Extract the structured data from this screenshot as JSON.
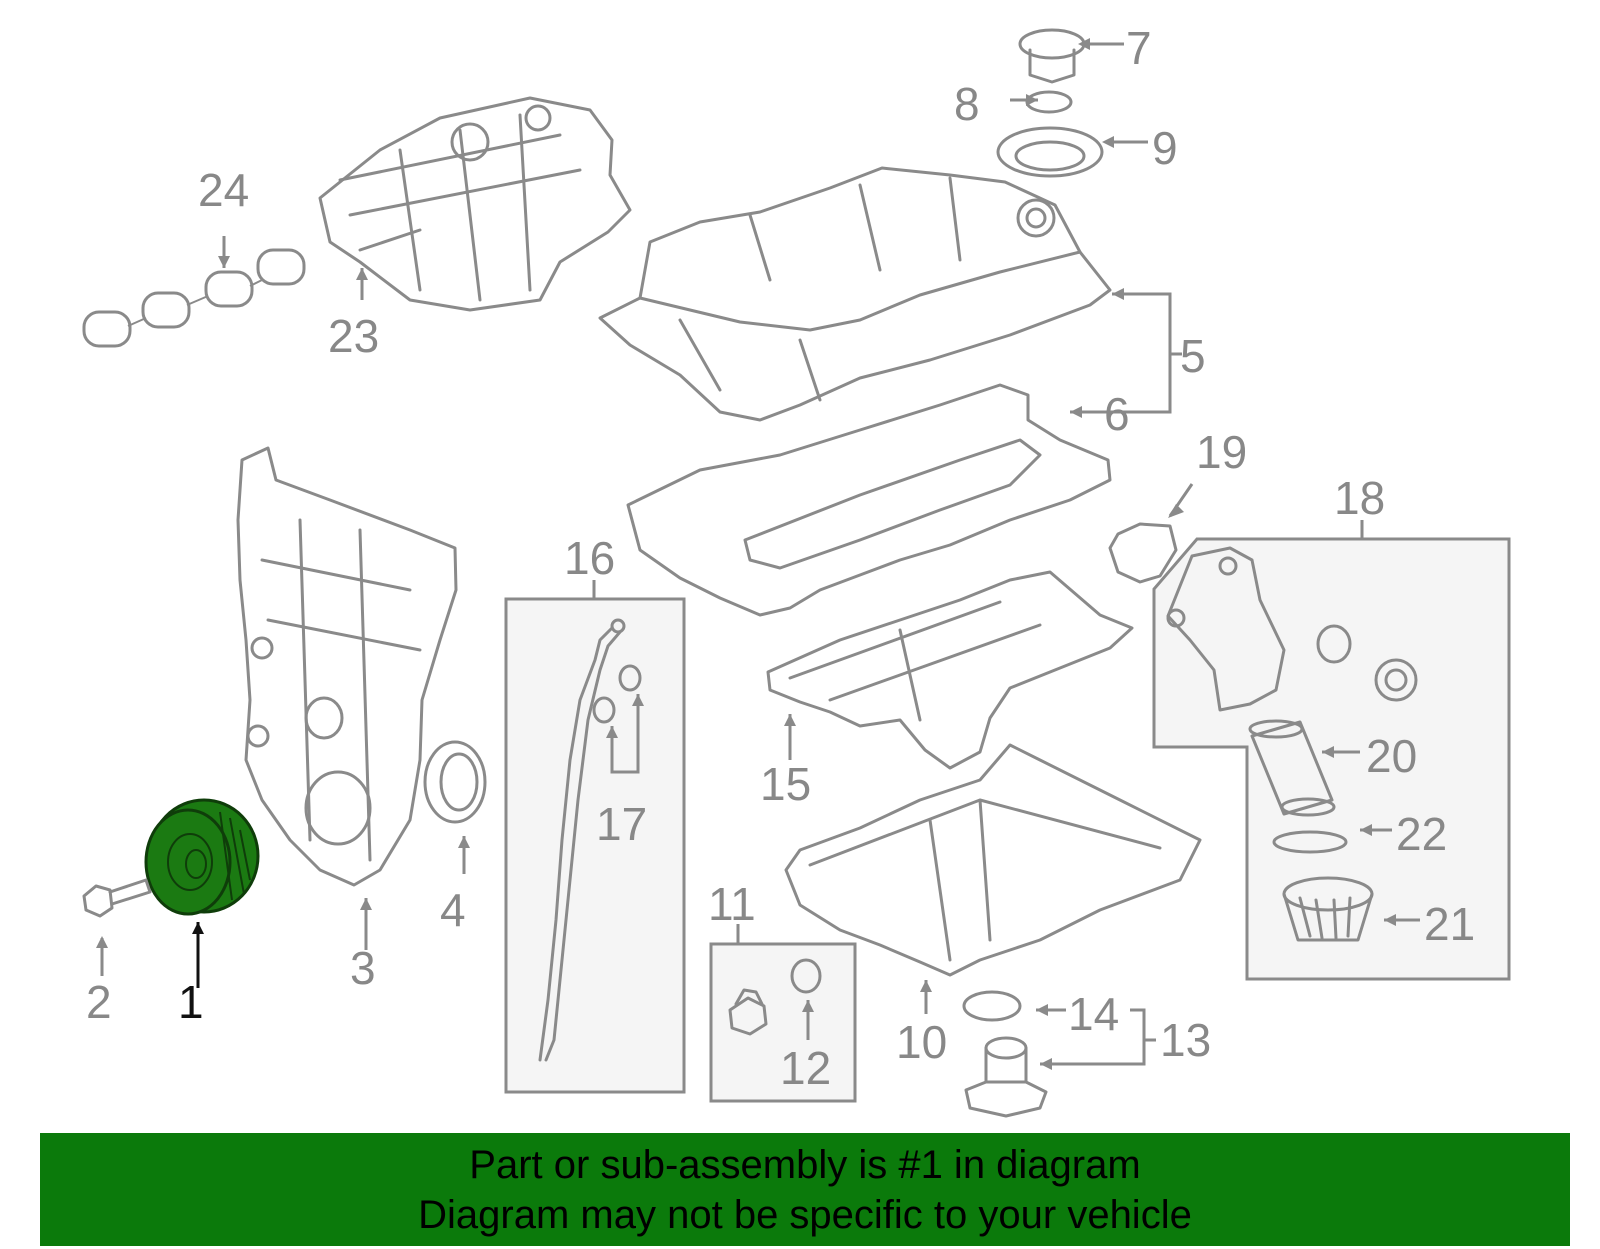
{
  "callouts": {
    "1": "1",
    "2": "2",
    "3": "3",
    "4": "4",
    "5": "5",
    "6": "6",
    "7": "7",
    "8": "8",
    "9": "9",
    "10": "10",
    "11": "11",
    "12": "12",
    "13": "13",
    "14": "14",
    "15": "15",
    "16": "16",
    "17": "17",
    "18": "18",
    "19": "19",
    "20": "20",
    "21": "21",
    "22": "22",
    "23": "23",
    "24": "24"
  },
  "selected_part": "1",
  "banner": {
    "line1": "Part or sub-assembly is #1 in diagram",
    "line2": "Diagram may not be specific to your vehicle"
  },
  "colors": {
    "highlight": "#1b7a12",
    "banner": "#0b7a0b",
    "line_art": "#8a8a8a"
  }
}
